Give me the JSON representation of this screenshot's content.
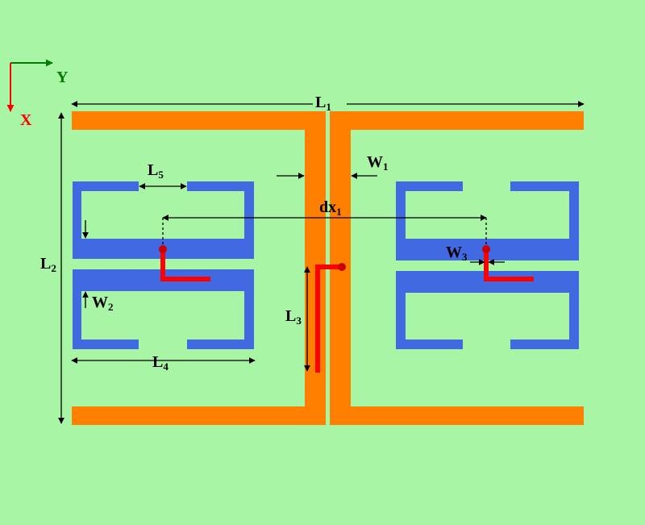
{
  "colors": {
    "background": "#a8f5a6",
    "feed_line": "#ff8000",
    "resonator": "#4169e1",
    "probe": "#ff0000",
    "dimension": "#000000",
    "axis_x": "#ff0000",
    "axis_y": "#008000"
  },
  "axes": {
    "x_label": "X",
    "y_label": "Y"
  },
  "labels": {
    "L1": {
      "main": "L",
      "sub": "1"
    },
    "L2": {
      "main": "L",
      "sub": "2"
    },
    "L3": {
      "main": "L",
      "sub": "3"
    },
    "L4": {
      "main": "L",
      "sub": "4"
    },
    "L5": {
      "main": "L",
      "sub": "5"
    },
    "W1": {
      "main": "W",
      "sub": "1"
    },
    "W2": {
      "main": "W",
      "sub": "2"
    },
    "W3": {
      "main": "W",
      "sub": "3"
    },
    "dx1": {
      "main": "dx",
      "sub": "1"
    }
  },
  "icons": [
    "axis-arrows-icon",
    "dimension-arrow-icon",
    "probe-dot-icon"
  ]
}
